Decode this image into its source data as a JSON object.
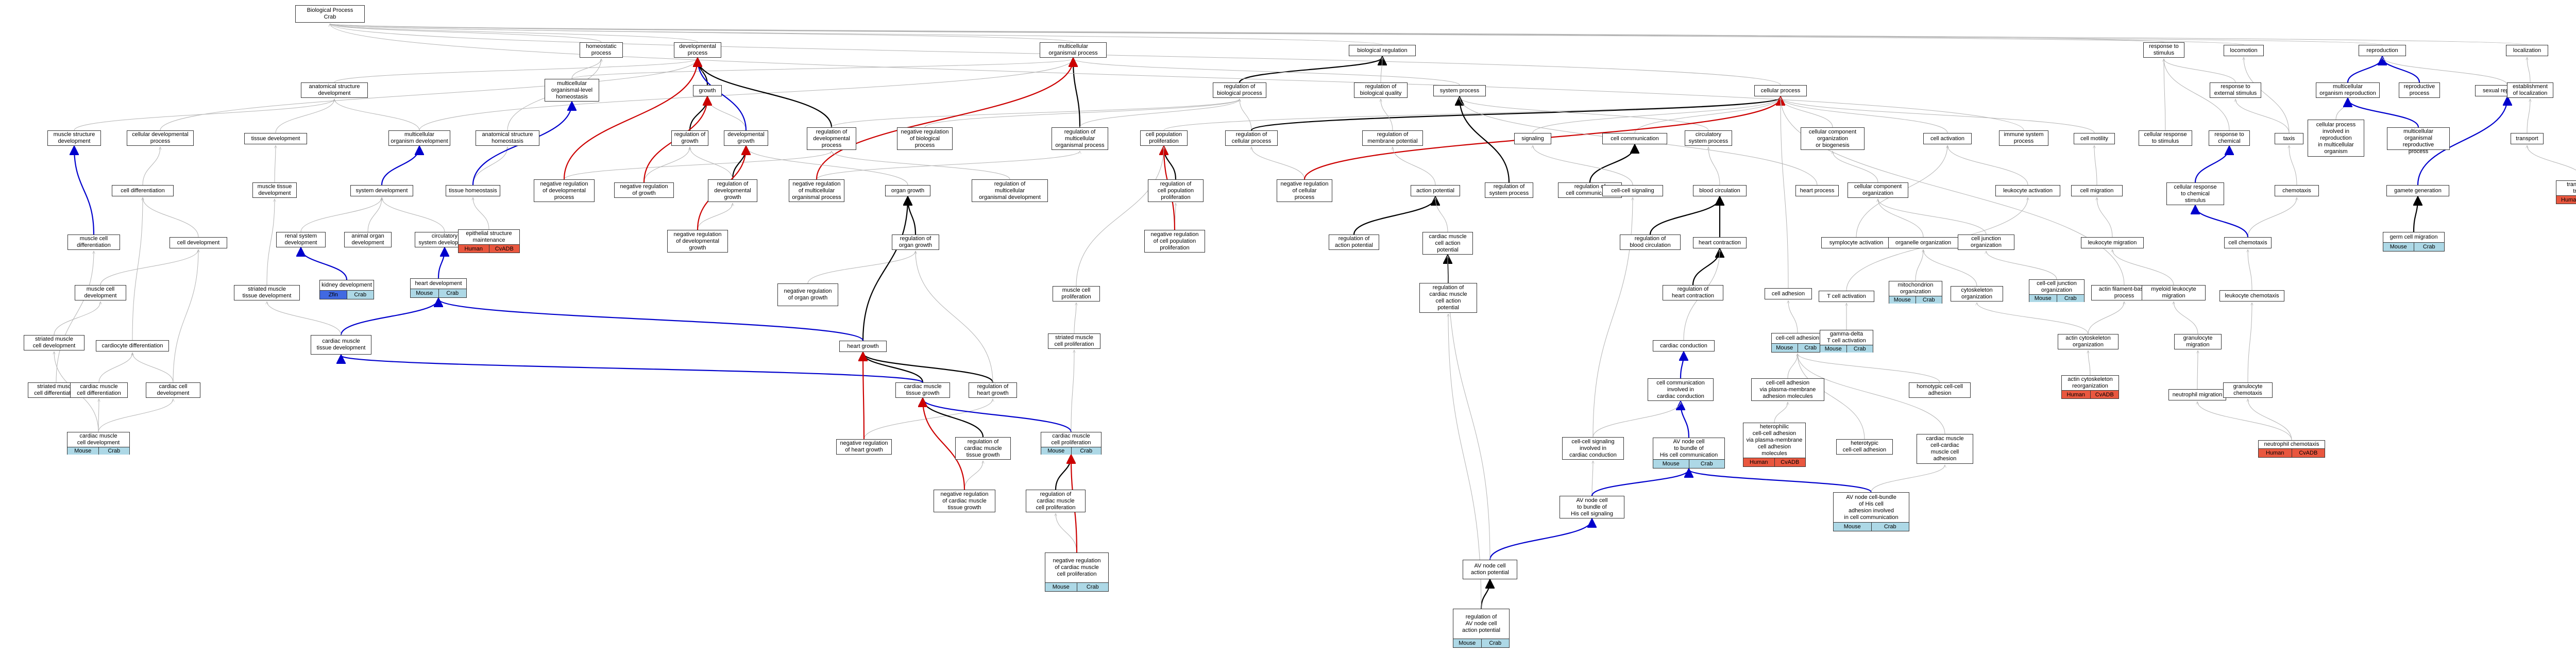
{
  "colors": {
    "mouse": "#add8e6",
    "human": "#e9573f",
    "zfin": "#4169e1",
    "black": "#000000",
    "blue": "#0000cc",
    "red": "#cc0000",
    "gray": "#b3b3b3"
  },
  "tag_labels": {
    "mouse": "Mouse",
    "human": "Human",
    "zfin": "Zfin",
    "cvdb": "CvADB",
    "crab": "Crab"
  },
  "nodes": [
    {
      "id": "root",
      "label": "Biological Process\nCrab"
    },
    {
      "id": "homeostatic_process",
      "label": "homeostatic\nprocess"
    },
    {
      "id": "developmental_process",
      "label": "developmental\nprocess"
    },
    {
      "id": "multicellular_organismal_process",
      "label": "multicellular\norganismal process"
    },
    {
      "id": "biological_regulation",
      "label": "biological regulation"
    },
    {
      "id": "response_to_stimulus",
      "label": "response to\nstimulus"
    },
    {
      "id": "locomotion",
      "label": "locomotion"
    },
    {
      "id": "reproduction",
      "label": "reproduction"
    },
    {
      "id": "localization",
      "label": "localization"
    },
    {
      "id": "anatomical_structure_development",
      "label": "anatomical structure\ndevelopment"
    },
    {
      "id": "growth",
      "label": "growth"
    },
    {
      "id": "multicellular_organismal_homeostasis",
      "label": "multicellular\norganismal-level\nhomeostasis"
    },
    {
      "id": "regulation_of_biological_process",
      "label": "regulation of\nbiological process"
    },
    {
      "id": "regulation_of_biological_quality",
      "label": "regulation of\nbiological quality"
    },
    {
      "id": "system_process",
      "label": "system process"
    },
    {
      "id": "cellular_process",
      "label": "cellular process"
    },
    {
      "id": "response_to_external_stimulus",
      "label": "response to\nexternal stimulus"
    },
    {
      "id": "multicellular_organism_reproduction",
      "label": "multicellular\norganism reproduction"
    },
    {
      "id": "reproductive_process",
      "label": "reproductive\nprocess"
    },
    {
      "id": "sexual_reproduction",
      "label": "sexual reproduction"
    },
    {
      "id": "establishment_of_localization",
      "label": "establishment\nof localization"
    },
    {
      "id": "muscle_structure_development",
      "label": "muscle structure\ndevelopment"
    },
    {
      "id": "cellular_developmental_process",
      "label": "cellular developmental\nprocess"
    },
    {
      "id": "tissue_development",
      "label": "tissue development"
    },
    {
      "id": "multicellular_organism_development",
      "label": "multicellular\norganism development"
    },
    {
      "id": "anatomical_structure_homeostasis",
      "label": "anatomical structure\nhomeostasis"
    },
    {
      "id": "regulation_of_growth",
      "label": "regulation of\ngrowth"
    },
    {
      "id": "developmental_growth",
      "label": "developmental\ngrowth"
    },
    {
      "id": "regulation_of_developmental_process",
      "label": "regulation of\ndevelopmental\nprocess"
    },
    {
      "id": "negative_regulation_of_biological_process",
      "label": "negative regulation\nof biological\nprocess"
    },
    {
      "id": "regulation_of_multicellular_organismal_process",
      "label": "regulation of\nmulticellular\norganismal process"
    },
    {
      "id": "cell_population_proliferation",
      "label": "cell population\nproliferation"
    },
    {
      "id": "regulation_of_cellular_process",
      "label": "regulation of\ncellular process"
    },
    {
      "id": "regulation_of_membrane_potential",
      "label": "regulation of\nmembrane potential"
    },
    {
      "id": "signaling",
      "label": "signaling"
    },
    {
      "id": "cell_communication",
      "label": "cell communication"
    },
    {
      "id": "circulatory_system_process",
      "label": "circulatory\nsystem process"
    },
    {
      "id": "cellular_component_organization_or_biogenesis",
      "label": "cellular component\norganization\nor biogenesis"
    },
    {
      "id": "cell_activation",
      "label": "cell activation"
    },
    {
      "id": "immune_system_process",
      "label": "immune system\nprocess"
    },
    {
      "id": "cell_motility",
      "label": "cell motility"
    },
    {
      "id": "cellular_response_to_stimulus",
      "label": "cellular response\nto stimulus"
    },
    {
      "id": "response_to_chemical",
      "label": "response to\nchemical"
    },
    {
      "id": "taxis",
      "label": "taxis"
    },
    {
      "id": "cellular_process_involved_in_reproduction",
      "label": "cellular process\ninvolved in\nreproduction\nin multicellular\norganism"
    },
    {
      "id": "multicellular_organismal_reproductive_process",
      "label": "multicellular\norganismal reproductive\nprocess"
    },
    {
      "id": "transport",
      "label": "transport"
    },
    {
      "id": "cell_differentiation",
      "label": "cell differentiation"
    },
    {
      "id": "muscle_tissue_development",
      "label": "muscle tissue\ndevelopment"
    },
    {
      "id": "system_development",
      "label": "system development"
    },
    {
      "id": "tissue_homeostasis",
      "label": "tissue homeostasis"
    },
    {
      "id": "negative_regulation_of_developmental_process",
      "label": "negative regulation\nof developmental\nprocess"
    },
    {
      "id": "negative_regulation_of_growth",
      "label": "negative regulation\nof growth"
    },
    {
      "id": "regulation_of_developmental_growth",
      "label": "regulation of\ndevelopmental\ngrowth"
    },
    {
      "id": "negative_regulation_of_multicellular_organismal_process",
      "label": "negative regulation\nof multicellular\norganismal process"
    },
    {
      "id": "regulation_of_multicellular_organismal_development",
      "label": "regulation of\nmulticellular\norganismal development"
    },
    {
      "id": "organ_growth",
      "label": "organ growth"
    },
    {
      "id": "regulation_of_cell_population_proliferation",
      "label": "regulation of\ncell population\nproliferation"
    },
    {
      "id": "negative_regulation_of_cellular_process",
      "label": "negative regulation\nof cellular\nprocess"
    },
    {
      "id": "action_potential",
      "label": "action potential"
    },
    {
      "id": "regulation_of_system_process",
      "label": "regulation of\nsystem process"
    },
    {
      "id": "regulation_of_cell_communication",
      "label": "regulation of\ncell communication"
    },
    {
      "id": "cell_cell_signaling",
      "label": "cell-cell signaling"
    },
    {
      "id": "blood_circulation",
      "label": "blood circulation"
    },
    {
      "id": "heart_process",
      "label": "heart process"
    },
    {
      "id": "cellular_component_organization",
      "label": "cellular component\norganization"
    },
    {
      "id": "leukocyte_activation",
      "label": "leukocyte activation"
    },
    {
      "id": "cell_migration",
      "label": "cell migration"
    },
    {
      "id": "cellular_response_to_chemical_stimulus",
      "label": "cellular response\nto chemical\nstimulus"
    },
    {
      "id": "chemotaxis",
      "label": "chemotaxis"
    },
    {
      "id": "gamete_generation",
      "label": "gamete generation"
    },
    {
      "id": "transepithelial_transport",
      "label": "transepithelial\ntransport",
      "tags": [
        "human",
        "cvdb"
      ]
    },
    {
      "id": "germ_cell_migration",
      "label": "germ cell migration",
      "tags": [
        "mouse",
        "crab"
      ]
    },
    {
      "id": "muscle_cell_differentiation",
      "label": "muscle cell\ndifferentiation"
    },
    {
      "id": "cell_development",
      "label": "cell development"
    },
    {
      "id": "renal_system_development",
      "label": "renal system\ndevelopment"
    },
    {
      "id": "animal_organ_development",
      "label": "animal organ\ndevelopment"
    },
    {
      "id": "circulatory_system_development",
      "label": "circulatory\nsystem development"
    },
    {
      "id": "epithelial_structure_maintenance",
      "label": "epithelial structure\nmaintenance",
      "tags": [
        "human",
        "cvdb"
      ]
    },
    {
      "id": "negative_regulation_of_developmental_growth",
      "label": "negative regulation\nof developmental\ngrowth"
    },
    {
      "id": "regulation_of_organ_growth",
      "label": "regulation of\norgan growth"
    },
    {
      "id": "negative_regulation_of_cell_population_proliferation",
      "label": "negative regulation\nof cell population\nproliferation"
    },
    {
      "id": "regulation_of_action_potential",
      "label": "regulation of\naction potential"
    },
    {
      "id": "cardiac_muscle_cell_action_potential",
      "label": "cardiac muscle\ncell action\npotential"
    },
    {
      "id": "regulation_of_blood_circulation",
      "label": "regulation of\nblood circulation"
    },
    {
      "id": "heart_contraction",
      "label": "heart contraction"
    },
    {
      "id": "symbiont_process",
      "label": "symplocyte activation"
    },
    {
      "id": "organelle_organization",
      "label": "organelle organization"
    },
    {
      "id": "cell_junction_organization",
      "label": "cell junction\norganization"
    },
    {
      "id": "leukocyte_migration",
      "label": "leukocyte migration"
    },
    {
      "id": "cell_chemotaxis",
      "label": "cell chemotaxis"
    },
    {
      "id": "muscle_cell_development",
      "label": "muscle cell\ndevelopment"
    },
    {
      "id": "striated_muscle_tissue_development",
      "label": "striated muscle\ntissue development"
    },
    {
      "id": "kidney_development",
      "label": "kidney development",
      "tags": [
        "zfin",
        "crab"
      ]
    },
    {
      "id": "heart_development",
      "label": "heart development",
      "tags": [
        "mouse",
        "crab"
      ]
    },
    {
      "id": "negative_regulation_of_organ_growth",
      "label": "negative regulation\nof organ growth"
    },
    {
      "id": "regulation_of_cardiac_muscle_cell_action_potential",
      "label": "regulation of\ncardiac muscle\ncell action\npotential"
    },
    {
      "id": "regulation_of_heart_contraction",
      "label": "regulation of\nheart contraction"
    },
    {
      "id": "muscle_cell_proliferation",
      "label": "muscle cell\nproliferation"
    },
    {
      "id": "t_cell_activation",
      "label": "T cell activation"
    },
    {
      "id": "mitochondrion_organization",
      "label": "mitochondrion\norganization",
      "tags": [
        "mouse",
        "crab"
      ]
    },
    {
      "id": "cytoskeleton_organization",
      "label": "cytoskeleton\norganization"
    },
    {
      "id": "cell_cell_junction_organization",
      "label": "cell-cell junction\norganization",
      "tags": [
        "mouse",
        "crab"
      ]
    },
    {
      "id": "actin_filament_based_process",
      "label": "actin filament-based\nprocess"
    },
    {
      "id": "myeloid_leukocyte_migration",
      "label": "myeloid leukocyte\nmigration"
    },
    {
      "id": "leukocyte_chemotaxis",
      "label": "leukocyte chemotaxis"
    },
    {
      "id": "cell_adhesion",
      "label": "cell adhesion"
    },
    {
      "id": "striated_muscle_cell_development",
      "label": "striated muscle\ncell development"
    },
    {
      "id": "cardiocyte_differentiation",
      "label": "cardiocyte differentiation"
    },
    {
      "id": "cardiac_muscle_tissue_development",
      "label": "cardiac muscle\ntissue development"
    },
    {
      "id": "heart_growth",
      "label": "heart growth"
    },
    {
      "id": "striated_muscle_cell_proliferation",
      "label": "striated muscle\ncell proliferation"
    },
    {
      "id": "cell_cell_adhesion",
      "label": "cell-cell adhesion",
      "tags": [
        "mouse",
        "crab"
      ]
    },
    {
      "id": "gamma_delta_t_cell_activation",
      "label": "gamma-delta\nT cell activation",
      "tags": [
        "mouse",
        "crab"
      ]
    },
    {
      "id": "actin_cytoskeleton_organization",
      "label": "actin cytoskeleton\norganization"
    },
    {
      "id": "granulocyte_migration",
      "label": "granulocyte\nmigration"
    },
    {
      "id": "cardiac_conduction",
      "label": "cardiac conduction"
    },
    {
      "id": "striated_muscle_cell_differentiation",
      "label": "striated muscle\ncell differentiation"
    },
    {
      "id": "cardiac_muscle_cell_differentiation",
      "label": "cardiac muscle\ncell differentiation"
    },
    {
      "id": "cardiac_cell_development",
      "label": "cardiac cell\ndevelopment"
    },
    {
      "id": "cardiac_muscle_tissue_growth",
      "label": "cardiac muscle\ntissue growth"
    },
    {
      "id": "regulation_of_heart_growth",
      "label": "regulation of\nheart growth"
    },
    {
      "id": "actin_cytoskeleton_reorganization",
      "label": "actin cytoskeleton\nreorganization",
      "tags": [
        "human",
        "cvdb"
      ]
    },
    {
      "id": "neutrophil_migration",
      "label": "neutrophil migration"
    },
    {
      "id": "granulocyte_chemotaxis",
      "label": "granulocyte\nchemotaxis"
    },
    {
      "id": "cell_communication_involved_in_cardiac_conduction",
      "label": "cell communication\ninvolved in\ncardiac conduction"
    },
    {
      "id": "cell_cell_adhesion_via_plasma_membrane",
      "label": "cell-cell adhesion\nvia plasma-membrane\nadhesion molecules"
    },
    {
      "id": "homotypic_cell_cell_adhesion",
      "label": "homotypic cell-cell\nadhesion"
    },
    {
      "id": "cardiac_muscle_cell_development",
      "label": "cardiac muscle\ncell development",
      "tags": [
        "mouse",
        "crab"
      ]
    },
    {
      "id": "negative_regulation_of_heart_growth",
      "label": "negative regulation\nof heart growth"
    },
    {
      "id": "regulation_of_cardiac_muscle_tissue_growth",
      "label": "regulation of\ncardiac muscle\ntissue growth"
    },
    {
      "id": "cardiac_muscle_cell_proliferation",
      "label": "cardiac muscle\ncell proliferation",
      "tags": [
        "mouse",
        "crab"
      ]
    },
    {
      "id": "neutrophil_chemotaxis",
      "label": "neutrophil chemotaxis",
      "tags": [
        "human",
        "cvdb"
      ]
    },
    {
      "id": "av_node_cell_to_bundle_of_his",
      "label": "AV node cell\nto bundle of\nHis cell communication",
      "tags": [
        "mouse",
        "crab"
      ]
    },
    {
      "id": "heterophilic_cell_cell_adhesion",
      "label": "heterophilic\ncell-cell adhesion\nvia plasma-membrane\ncell adhesion\nmolecules",
      "tags": [
        "human",
        "cvdb"
      ]
    },
    {
      "id": "heterotypic_cell_cell_adhesion",
      "label": "heterotypic\ncell-cell adhesion"
    },
    {
      "id": "cell_cell_signaling_involved_in_cardiac_conduction",
      "label": "cell-cell signaling\ninvolved in\ncardiac conduction"
    },
    {
      "id": "cardiac_muscle_cell_cardiac_muscle_cell_adhesion",
      "label": "cardiac muscle\ncell-cardiac\nmuscle cell\nadhesion"
    },
    {
      "id": "negative_regulation_of_cardiac_muscle_tissue_growth",
      "label": "negative regulation\nof cardiac muscle\ntissue growth"
    },
    {
      "id": "regulation_of_cardiac_muscle_cell_proliferation",
      "label": "regulation of\ncardiac muscle\ncell proliferation"
    },
    {
      "id": "av_node_cell_to_bundle_of_his_signaling",
      "label": "AV node cell\nto bundle of\nHis cell signaling"
    },
    {
      "id": "av_node_cell_bundle_of_his_cell_adhesion",
      "label": "AV node cell-bundle\nof His cell\nadhesion involved\nin cell communication",
      "tags": [
        "mouse",
        "crab"
      ]
    },
    {
      "id": "negative_regulation_of_cardiac_muscle_cell_proliferation",
      "label": "negative regulation\nof cardiac muscle\ncell proliferation",
      "tags": [
        "mouse",
        "crab"
      ]
    },
    {
      "id": "av_node_cell_action_potential",
      "label": "AV node cell\naction potential"
    },
    {
      "id": "regulation_of_av_node_cell_action_potential",
      "label": "regulation of\nAV node cell\naction potential",
      "tags": [
        "mouse",
        "crab"
      ]
    }
  ]
}
